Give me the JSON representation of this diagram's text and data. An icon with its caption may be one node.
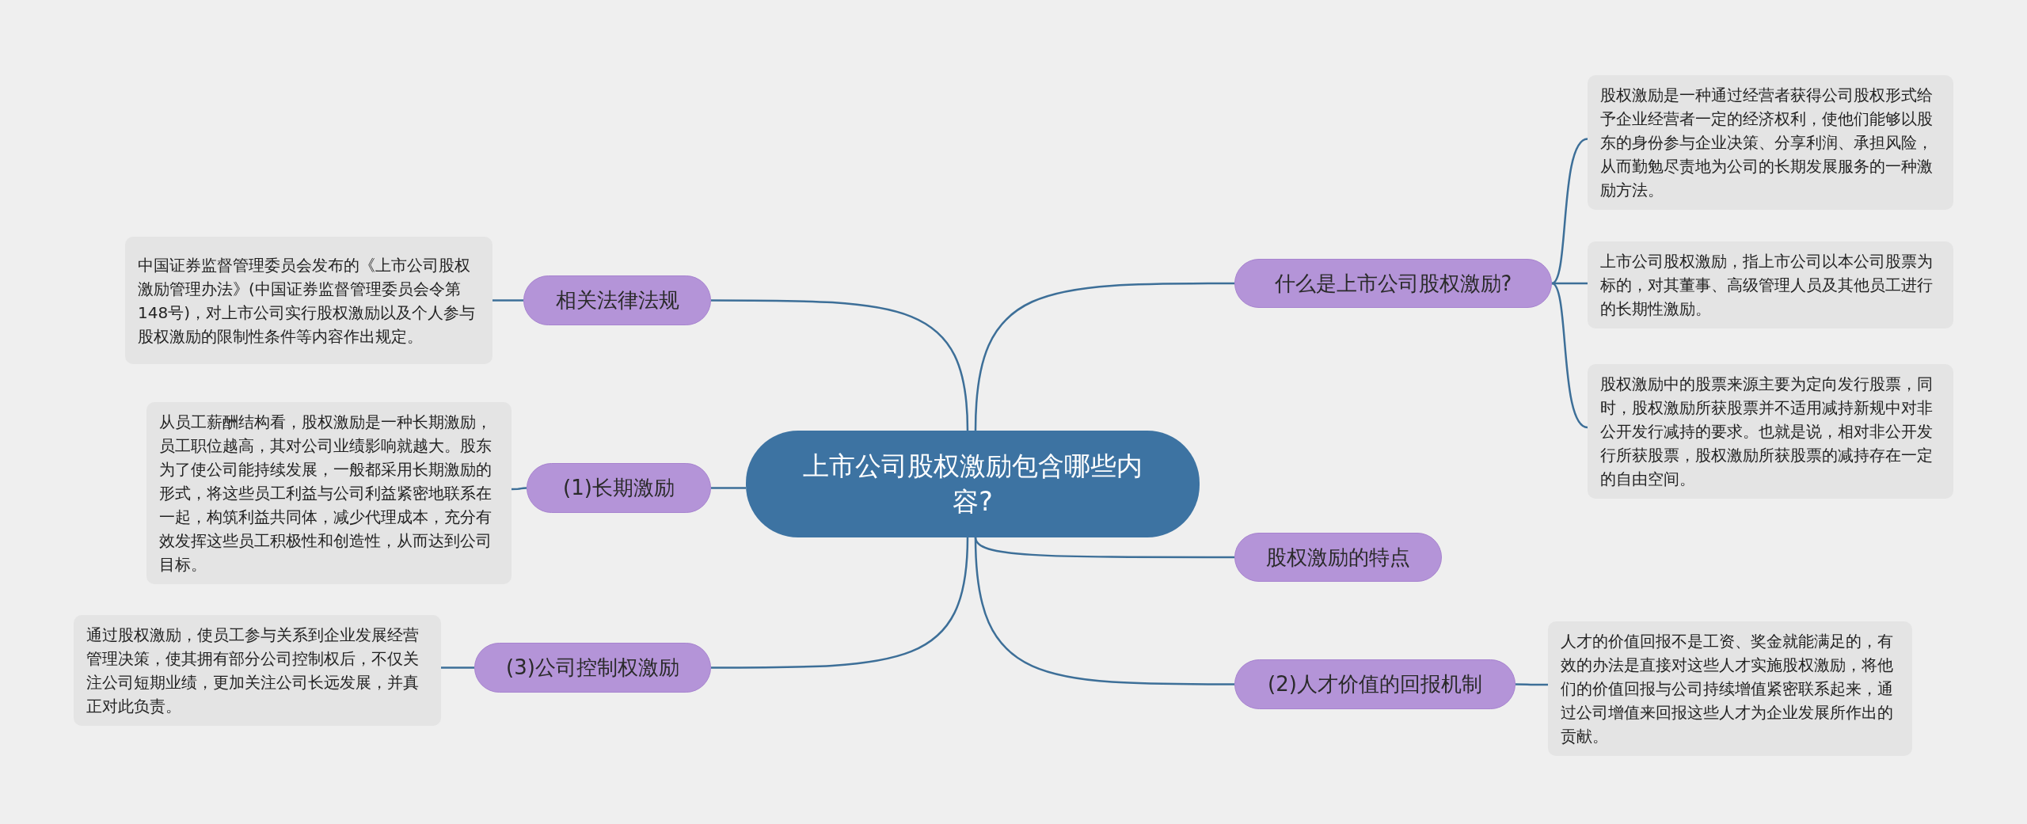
{
  "diagram": {
    "nodes": [
      {
        "text": [
          "上市公司股权激励包含哪些内容?"
        ]
      },
      {
        "text": [
          "什么是上市公司股权激励?"
        ]
      },
      {
        "text": [
          "股权激励是一种通过经营者获得公司股权形式给予企业经营者一定的经济权利，使他们能够以股东的身份参与企业决策、分享利润、承担风险，从而勤勉尽责地为公司的长期发展服务的一种激励方法。"
        ]
      },
      {
        "text": [
          "上市公司股权激励，指上市公司以本公司股票为标的，对其董事、高级管理人员及其他员工进行的长期性激励。"
        ]
      },
      {
        "text": [
          "股权激励中的股票来源主要为定向发行股票，同时，股权激励所获股票并不适用减持新规中对非公开发行减持的要求。也就是说，相对非公开发行所获股票，股权激励所获股票的减持存在一定的自由空间。"
        ]
      },
      {
        "text": [
          "股权激励的特点"
        ]
      },
      {
        "text": [
          "(2)人才价值的回报机制"
        ]
      },
      {
        "text": [
          "人才的价值回报不是工资、奖金就能满足的，有效的办法是直接对这些人才实施股权激励，将他们的价值回报与公司持续增值紧密联系起来，通过公司增值来回报这些人才为企业发展所作出的贡献。"
        ]
      },
      {
        "text": [
          "相关法律法规"
        ]
      },
      {
        "text": [
          "中国证券监督管理委员会发布的《上市公司股权激励管理办法》(中国证券监督管理委员会令第148号)，对上市公司实行股权激励以及个人参与股权激励的限制性条件等内容作出规定。"
        ]
      },
      {
        "text": [
          "(1)长期激励"
        ]
      },
      {
        "text": [
          "从员工薪酬结构看，股权激励是一种长期激励，员工职位越高，其对公司业绩影响就越大。股东为了使公司能持续发展，一般都采用长期激励的形式，将这些员工利益与公司利益紧密地联系在一起，构筑利益共同体，减少代理成本，充分有效发挥这些员工积极性和创造性，从而达到公司目标。"
        ]
      },
      {
        "text": [
          "(3)公司控制权激励"
        ]
      },
      {
        "text": [
          "通过股权激励，使员工参与关系到企业发展经营管理决策，使其拥有部分公司控制权后，不仅关注公司短期业绩，更加关注公司长远发展，并真正对此负责。"
        ]
      }
    ],
    "edges": [
      {
        "from": 0,
        "to": 1,
        "arrow": "none"
      },
      {
        "from": 1,
        "to": 2,
        "arrow": "none"
      },
      {
        "from": 1,
        "to": 3,
        "arrow": "none"
      },
      {
        "from": 1,
        "to": 4,
        "arrow": "none"
      },
      {
        "from": 0,
        "to": 5,
        "arrow": "none"
      },
      {
        "from": 0,
        "to": 6,
        "arrow": "none"
      },
      {
        "from": 6,
        "to": 7,
        "arrow": "none"
      },
      {
        "from": 0,
        "to": 8,
        "arrow": "none"
      },
      {
        "from": 8,
        "to": 9,
        "arrow": "none"
      },
      {
        "from": 0,
        "to": 10,
        "arrow": "none"
      },
      {
        "from": 10,
        "to": 11,
        "arrow": "none"
      },
      {
        "from": 0,
        "to": 12,
        "arrow": "none"
      },
      {
        "from": 12,
        "to": 13,
        "arrow": "none"
      }
    ]
  }
}
